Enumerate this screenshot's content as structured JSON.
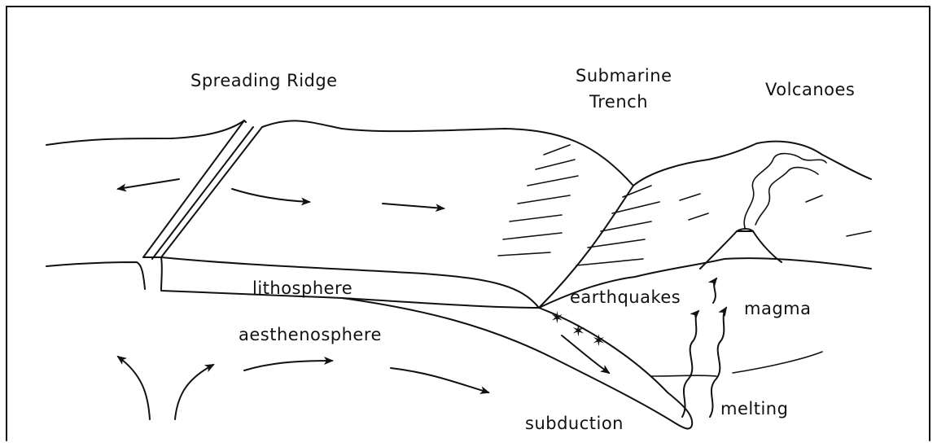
{
  "labels": {
    "spreading_ridge": "Spreading Ridge",
    "submarine_trench_line1": "Submarine",
    "submarine_trench_line2": "Trench",
    "volcanoes": "Volcanoes",
    "lithosphere": "lithosphere",
    "aesthenosphere": "aesthenosphere",
    "earthquakes": "earthquakes",
    "magma": "magma",
    "subduction": "subduction",
    "melting": "melting"
  }
}
